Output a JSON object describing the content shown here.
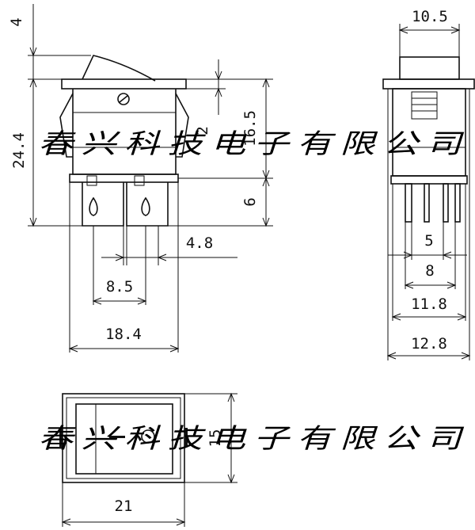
{
  "dimensions": {
    "top_height": "4",
    "total_height": "24.4",
    "mid_gap": "2",
    "body_height": "16.5",
    "pin_length": "6",
    "pin_spacing": "4.8",
    "pin_pitch": "8.5",
    "base_width": "18.4",
    "side_top_width": "10.5",
    "side_pin_inner": "5",
    "side_pin_outer": "8",
    "side_body_width": "11.8",
    "side_total_width": "12.8",
    "bottom_height": "15",
    "bottom_width": "21"
  },
  "watermark": {
    "top": "春兴科技电子有限公司",
    "bottom": "春兴科技电子有限公司"
  },
  "colors": {
    "ink": "#111111",
    "background": "#ffffff"
  }
}
